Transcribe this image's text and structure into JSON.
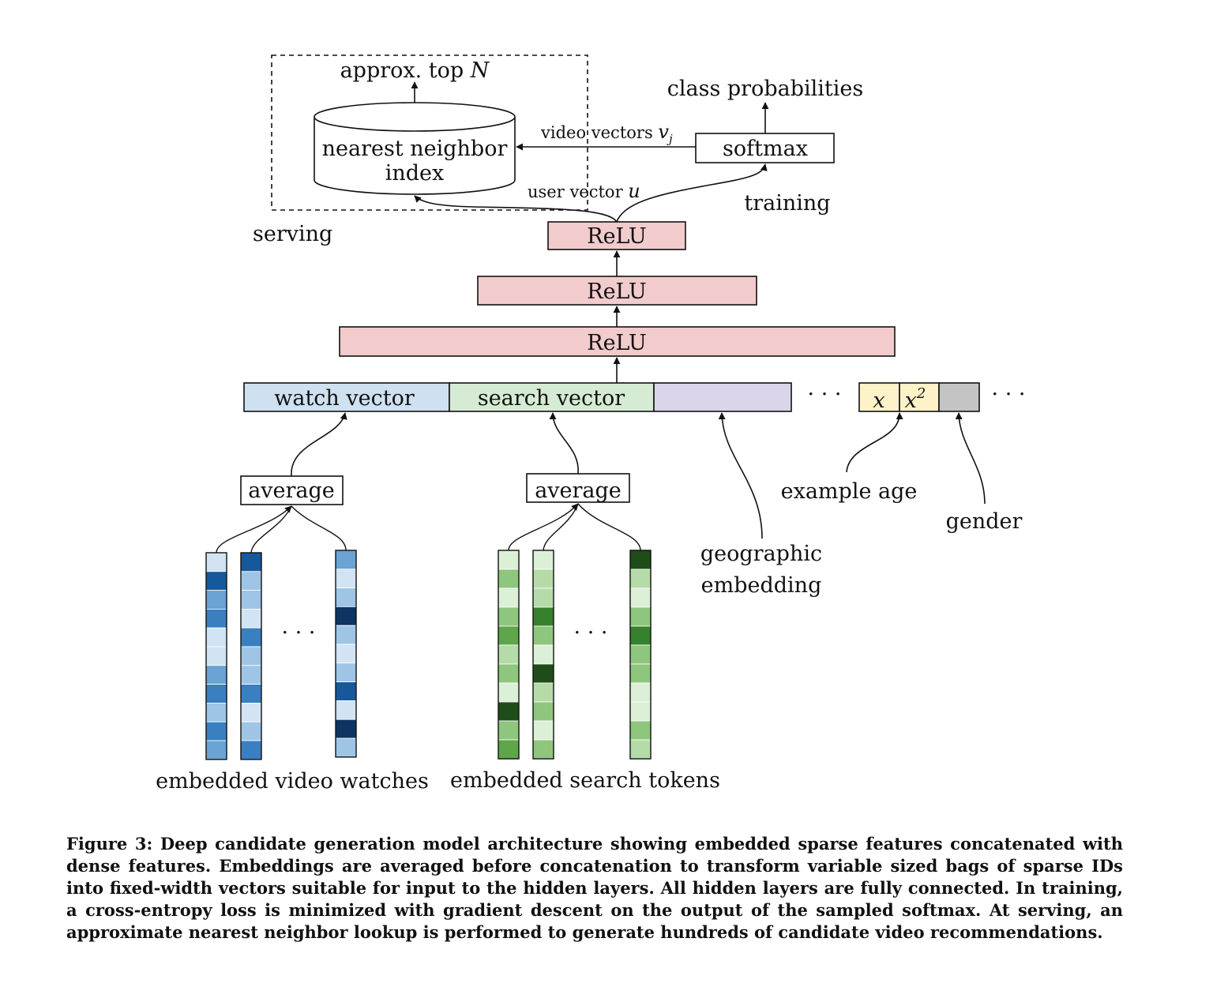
{
  "serving": {
    "label": "serving",
    "output_label_prefix": "approx. top ",
    "output_label_var": "N",
    "index_line1": "nearest neighbor",
    "index_line2": "index"
  },
  "training": {
    "label": "training",
    "output_label": "class probabilities",
    "softmax_label": "softmax"
  },
  "connections": {
    "video_vectors_label": "video vectors ",
    "video_vectors_var": "v",
    "video_vectors_sub": "j",
    "user_vector_label": "user vector ",
    "user_vector_var": "u"
  },
  "hidden_layers": [
    {
      "label": "ReLU"
    },
    {
      "label": "ReLU"
    },
    {
      "label": "ReLU"
    }
  ],
  "concat_features": {
    "watch_vector": {
      "label": "watch vector",
      "color": "#cfe1f0"
    },
    "search_vector": {
      "label": "search vector",
      "color": "#d6ebd3"
    },
    "geo_color": "#dbd5ea",
    "x_label": "x",
    "x2_label": "x",
    "x2_exp": "2",
    "dense_color": "#fdf2c8",
    "gender_color": "#c4c4c4",
    "ellipsis": "· · ·"
  },
  "averages": [
    {
      "label": "average"
    },
    {
      "label": "average"
    }
  ],
  "feature_labels": {
    "geographic_line1": "geographic",
    "geographic_line2": "embedding",
    "example_age": "example age",
    "gender": "gender",
    "embedded_watches": "embedded video watches",
    "embedded_tokens": "embedded search tokens",
    "ellipsis": "· · ·"
  },
  "embeddings": {
    "blue_palette": [
      "#d2e3f3",
      "#9ec5e5",
      "#6aa3d4",
      "#3a7fc0",
      "#17589c",
      "#0d3463"
    ],
    "green_palette": [
      "#dcefd7",
      "#b5dba9",
      "#8fc67d",
      "#5ea64a",
      "#37802e",
      "#1f4d1a"
    ],
    "watch_columns": [
      [
        0,
        4,
        2,
        3,
        0,
        0,
        2,
        3,
        1,
        3,
        2
      ],
      [
        4,
        1,
        1,
        0,
        3,
        1,
        1,
        3,
        0,
        1,
        3
      ],
      [
        2,
        0,
        1,
        5,
        1,
        0,
        1,
        4,
        0,
        5,
        1
      ]
    ],
    "token_columns": [
      [
        0,
        2,
        0,
        2,
        3,
        1,
        2,
        0,
        5,
        2,
        3
      ],
      [
        0,
        1,
        1,
        4,
        2,
        0,
        5,
        1,
        2,
        0,
        2
      ],
      [
        5,
        1,
        0,
        2,
        4,
        2,
        2,
        0,
        0,
        2,
        1
      ]
    ]
  },
  "caption": "Figure 3: Deep candidate generation model architecture showing embedded sparse features concatenated with dense features. Embeddings are averaged before concatenation to transform variable sized bags of sparse IDs into fixed-width vectors suitable for input to the hidden layers. All hidden layers are fully connected. In training, a cross-entropy loss is minimized with gradient descent on the output of the sampled softmax. At serving, an approximate nearest neighbor lookup is performed to generate hundreds of candidate video recommendations."
}
